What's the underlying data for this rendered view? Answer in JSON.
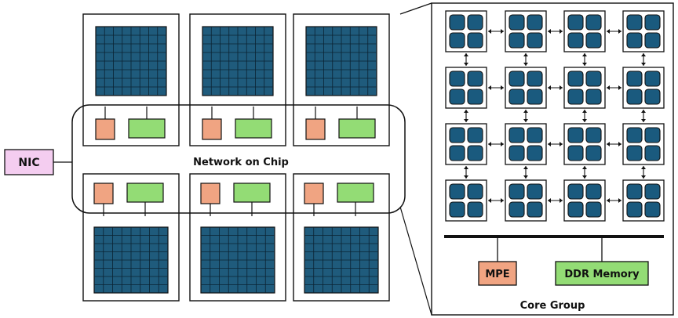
{
  "nic": {
    "label": "NIC",
    "fill": "#f4cdf0"
  },
  "noc": {
    "label": "Network on Chip"
  },
  "mpe": {
    "label": "MPE"
  },
  "ddr": {
    "label": "DDR Memory"
  },
  "core_group": {
    "label": "Core Group"
  },
  "colors": {
    "cpe_array": "#1f5b7c",
    "mpe_fill": "#f0a482",
    "ddr_fill": "#93dc75",
    "core_fill": "#1a5a7e",
    "stroke": "#111111"
  },
  "core_groups": {
    "top_row_count": 3,
    "bottom_row_count": 3,
    "cpe_grid_rows": 8,
    "cpe_grid_cols": 8
  },
  "cpe_mesh": {
    "rows": 4,
    "cols": 4,
    "cores_per_cluster": 4
  }
}
